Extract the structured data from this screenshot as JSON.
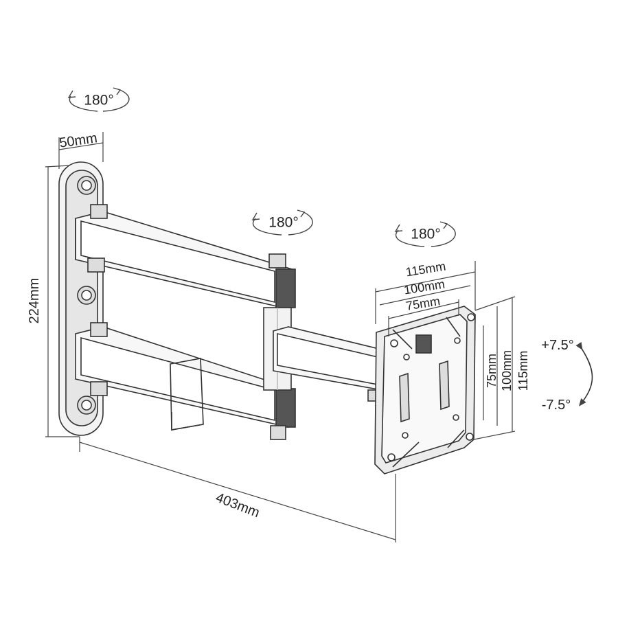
{
  "rotation": {
    "wall": "180°",
    "arm": "180°",
    "head": "180°"
  },
  "dimensions": {
    "plate_width": "50mm",
    "plate_height": "224mm",
    "extension": "403mm",
    "vesa_h_115": "115mm",
    "vesa_h_100": "100mm",
    "vesa_h_75": "75mm",
    "vesa_v_75": "75mm",
    "vesa_v_100": "100mm",
    "vesa_v_115": "115mm"
  },
  "tilt": {
    "up": "+7.5°",
    "down": "-7.5°"
  },
  "colors": {
    "line": "#333333",
    "fill_light": "#f4f4f4",
    "fill_mid": "#d9d9d9",
    "fill_dark": "#555555"
  }
}
